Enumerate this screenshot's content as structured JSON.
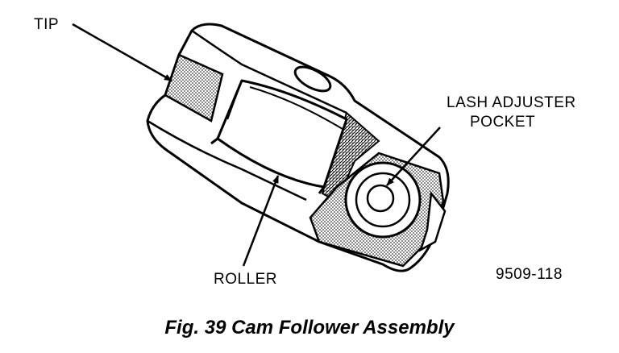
{
  "labels": {
    "tip": "TIP",
    "lash_adjuster_line1": "LASH ADJUSTER",
    "lash_adjuster_line2": "POCKET",
    "roller": "ROLLER",
    "figure_code": "9509-118"
  },
  "caption": "Fig. 39 Cam Follower Assembly",
  "colors": {
    "ink": "#000000",
    "paper": "#ffffff"
  }
}
